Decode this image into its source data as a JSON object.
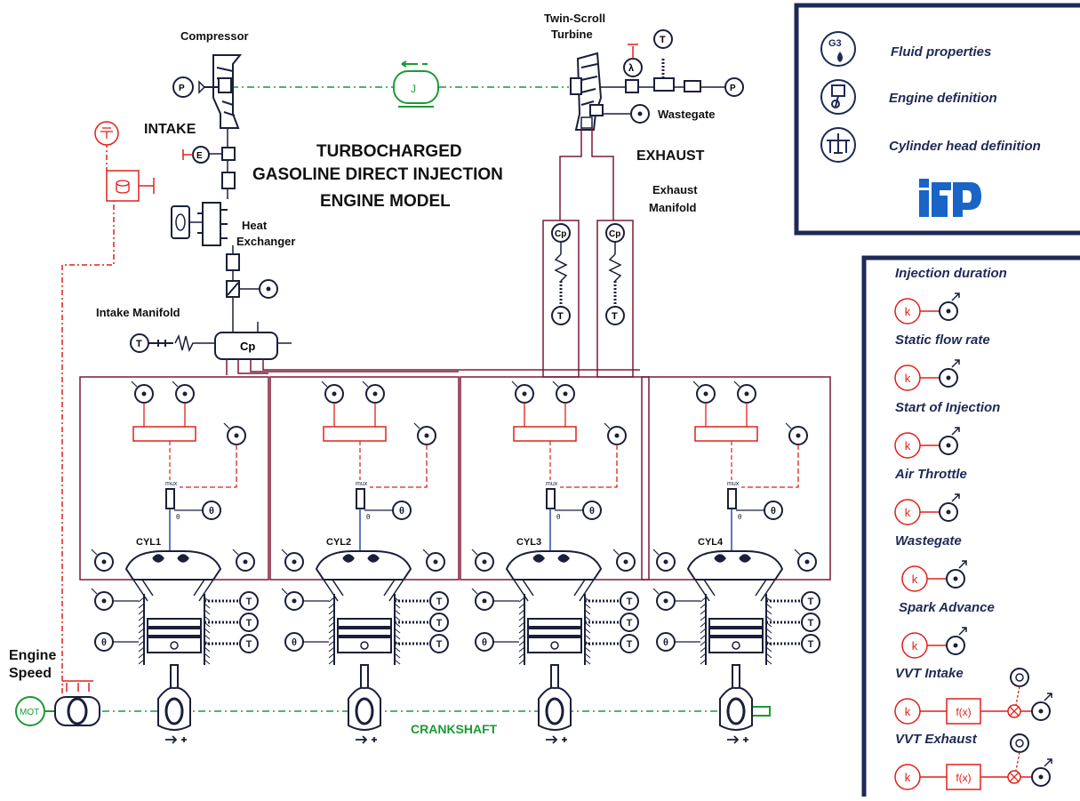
{
  "title_lines": [
    "TURBOCHARGED",
    "GASOLINE DIRECT INJECTION",
    "ENGINE MODEL"
  ],
  "labels": {
    "compressor": "Compressor",
    "turbine_line1": "Twin-Scroll",
    "turbine_line2": "Turbine",
    "intake": "INTAKE",
    "exhaust": "EXHAUST",
    "wastegate": "Wastegate",
    "exhaust_manifold_line1": "Exhaust",
    "exhaust_manifold_line2": "Manifold",
    "heat_exchanger_line1": "Heat",
    "heat_exchanger_line2": "Exchanger",
    "intake_manifold": "Intake Manifold",
    "engine_speed_line1": "Engine",
    "engine_speed_line2": "Speed",
    "crankshaft": "CRANKSHAFT",
    "mot": "MOT",
    "cp": "Cp",
    "shaft_j": "J"
  },
  "cylinders": [
    "CYL1",
    "CYL2",
    "CYL3",
    "CYL4"
  ],
  "sensor_glyphs": {
    "temperature": "T",
    "angle": "θ",
    "pressure": "P",
    "control": "k",
    "mux": "mux",
    "theta_small": "θ"
  },
  "legend_top": [
    {
      "label": "Fluid properties",
      "icon": "fluid-properties-icon",
      "badge": "G3"
    },
    {
      "label": "Engine definition",
      "icon": "engine-definition-icon"
    },
    {
      "label": "Cylinder head definition",
      "icon": "cylinder-head-definition-icon"
    }
  ],
  "logo_text": "ifp",
  "legend_controls": [
    {
      "label": "Injection duration",
      "k": "k"
    },
    {
      "label": "Static flow rate",
      "k": "k"
    },
    {
      "label": "Start of Injection",
      "k": "k"
    },
    {
      "label": "Air Throttle",
      "k": "k"
    },
    {
      "label": "Wastegate",
      "k": "k"
    },
    {
      "label": "Spark Advance",
      "k": "k"
    },
    {
      "label": "VVT Intake",
      "k": "k",
      "fx": "f(x)"
    },
    {
      "label": "VVT Exhaust",
      "k": "k",
      "fx": "f(x)"
    }
  ],
  "colors": {
    "navy": "#1e2a55",
    "red": "#e0201a",
    "green": "#1a9a35",
    "frame": "#7a1a35",
    "ink": "#1a1f3a"
  }
}
